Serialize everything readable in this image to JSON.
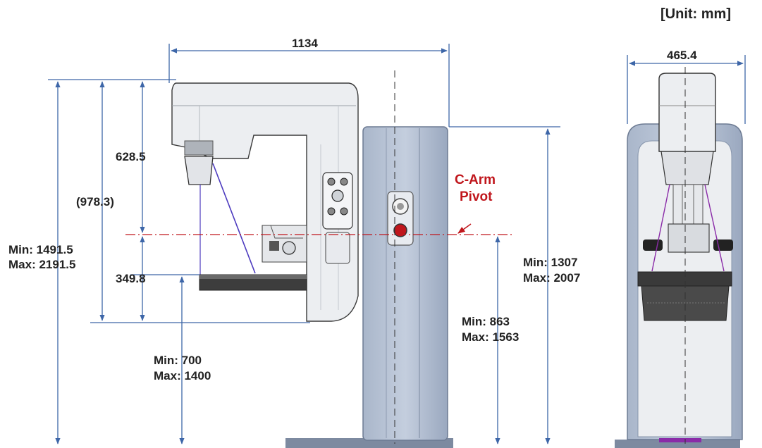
{
  "unit_label": "[Unit: mm]",
  "side_view": {
    "overall_width": "1134",
    "upper_head_height": "628.5",
    "total_arm_height": "(978.3)",
    "lower_arm_height": "349.8",
    "overall_height": {
      "min": "Min: 1491.5",
      "max": "Max: 2191.5"
    },
    "support_height": {
      "min": "Min: 700",
      "max": "Max: 1400"
    },
    "pivot_height": {
      "min": "Min: 863",
      "max": "Max: 1563"
    },
    "column_top_height": {
      "min": "Min: 1307",
      "max": "Max: 2007"
    },
    "pivot_label": {
      "line1": "C-Arm",
      "line2": "Pivot"
    }
  },
  "front_view": {
    "width": "465.4"
  },
  "colors": {
    "dimension_line": "#3d66a8",
    "pivot_line": "#c0161c",
    "machine_body": "#eceef1",
    "column": "#b7c3d6",
    "column_dark": "#8d9cb4",
    "accent_red": "#c0161c"
  }
}
